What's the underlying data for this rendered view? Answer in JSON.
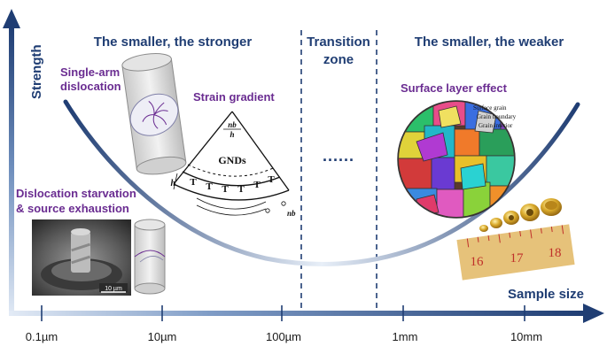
{
  "colors": {
    "axis": "#1f3d73",
    "axis_light": "#d7e3f3",
    "heading": "#1f3d73",
    "label_purple": "#6a2c91",
    "curve_dark": "#1f3d73",
    "curve_light": "#e6eef8"
  },
  "axes": {
    "y_label": "Strength",
    "x_label": "Sample size",
    "x_ticks": [
      "0.1µm",
      "10µm",
      "100µm",
      "1mm",
      "10mm"
    ]
  },
  "zones": {
    "left": "The smaller, the stronger",
    "middle_line1": "Transition",
    "middle_line2": "zone",
    "middle_dots": "......",
    "right": "The smaller, the weaker"
  },
  "mechanisms": {
    "single_arm_line1": "Single-arm",
    "single_arm_line2": "dislocation",
    "strain_gradient": "Strain gradient",
    "starvation_line1": "Dislocation starvation",
    "starvation_line2": "& source exhaustion",
    "surface_layer": "Surface layer effect"
  },
  "strain_gradient_diagram": {
    "frac_num": "nb",
    "frac_den": "h",
    "gnds": "GNDs",
    "h": "h",
    "nb": "nb"
  },
  "grain_legend": [
    "Surface grain",
    "Grain boundary",
    "Grain interior"
  ],
  "sem": {
    "scale": "10 µm"
  },
  "ruler": [
    "16",
    "17",
    "18"
  ]
}
